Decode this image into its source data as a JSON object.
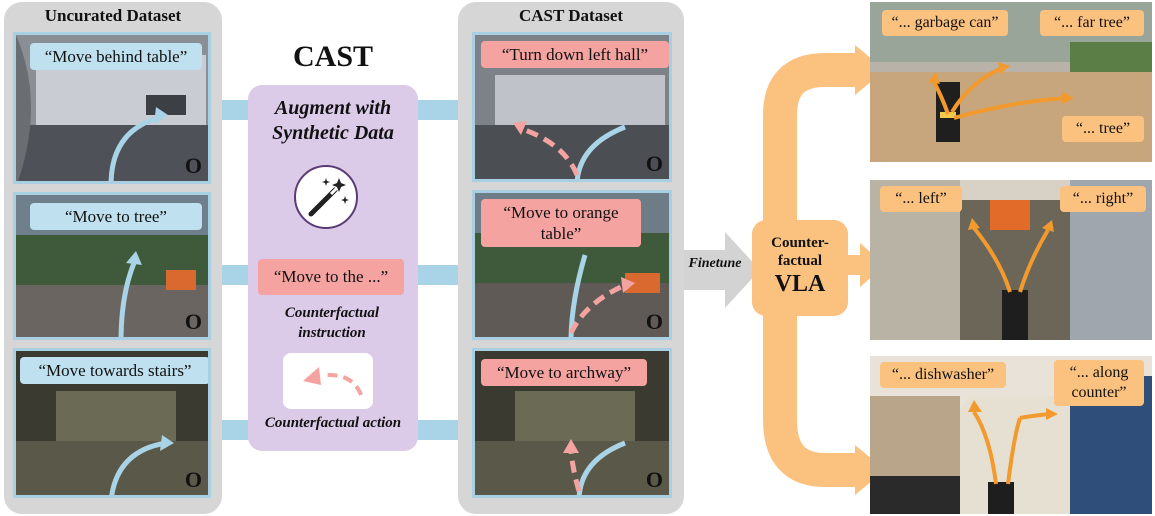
{
  "uncurated": {
    "title": "Uncurated Dataset",
    "items": [
      {
        "label": "“Move behind table”",
        "mark": "O"
      },
      {
        "label": "“Move to tree”",
        "mark": "O"
      },
      {
        "label": "“Move towards stairs”",
        "mark": "O"
      }
    ]
  },
  "cast": {
    "title": "CAST",
    "augment": "Augment with Synthetic Data",
    "instruction_example": "“Move to the ...”",
    "instruction_caption": "Counterfactual instruction",
    "action_caption": "Counterfactual action"
  },
  "cast_dataset": {
    "title": "CAST Dataset",
    "items": [
      {
        "label": "“Turn down left hall”",
        "mark": "O"
      },
      {
        "label": "“Move to orange table”",
        "mark": "O"
      },
      {
        "label": "“Move to archway”",
        "mark": "O"
      }
    ]
  },
  "finetune_label": "Finetune",
  "vla": {
    "line1": "Counter-",
    "line2": "factual",
    "line3": "VLA"
  },
  "outputs": [
    {
      "labels": [
        "“... garbage can”",
        "“... far tree”",
        "“... tree”"
      ]
    },
    {
      "labels": [
        "“... left”",
        "“... right”"
      ]
    },
    {
      "labels": [
        "“... dishwasher”",
        "“... along counter”"
      ]
    }
  ],
  "colors": {
    "blue_arrow": "#a9d3e6",
    "pink": "#f4a3a0",
    "orange": "#fbc27f",
    "purple": "#dccbe8",
    "gray": "#d6d6d6"
  }
}
